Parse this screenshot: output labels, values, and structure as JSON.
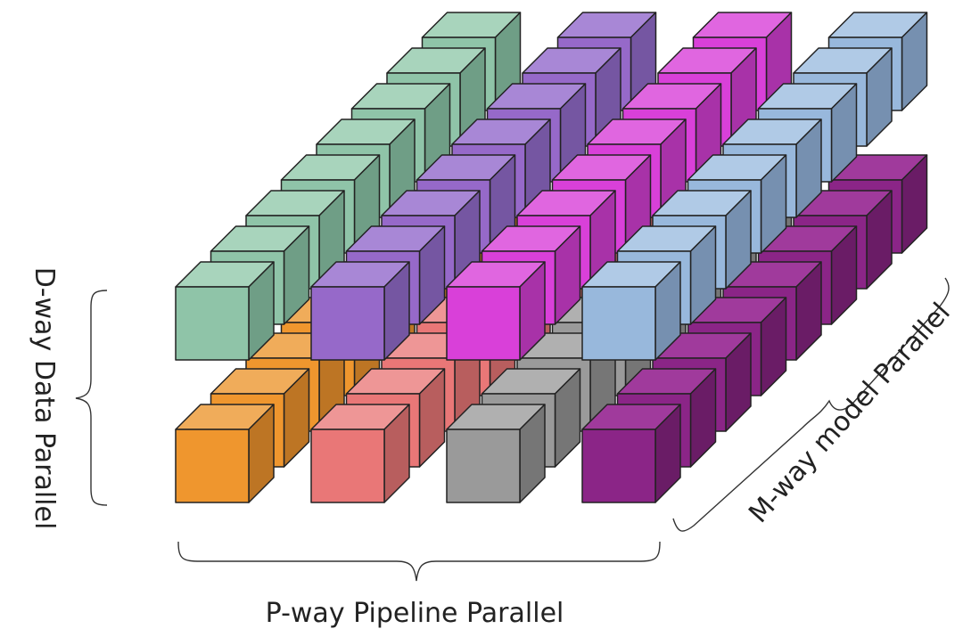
{
  "labels": {
    "pipeline": "P-way Pipeline Parallel",
    "data": "D-way Data Parallel",
    "model": "M-way model Parallel"
  },
  "grid": {
    "pipeline_stages": 4,
    "data_layers": 2,
    "model_depth": 8
  },
  "layers": [
    {
      "name": "top",
      "colors": [
        {
          "front": "#8fc4a8",
          "top": "#a8d4bc",
          "side": "#6f9e86"
        },
        {
          "front": "#9669c9",
          "top": "#a887d6",
          "side": "#7556a2"
        },
        {
          "front": "#d940d9",
          "top": "#e066e0",
          "side": "#a832a8"
        },
        {
          "front": "#98b8dc",
          "top": "#b0cae6",
          "side": "#7690b0"
        }
      ]
    },
    {
      "name": "bottom",
      "colors": [
        {
          "front": "#ef962e",
          "top": "#f0ac5a",
          "side": "#bd7524"
        },
        {
          "front": "#e97777",
          "top": "#ee9696",
          "side": "#b85e5e"
        },
        {
          "front": "#9a9a9a",
          "top": "#b0b0b0",
          "side": "#767676"
        },
        {
          "front": "#8b2587",
          "top": "#a03a9c",
          "side": "#6a1c66"
        }
      ]
    }
  ]
}
